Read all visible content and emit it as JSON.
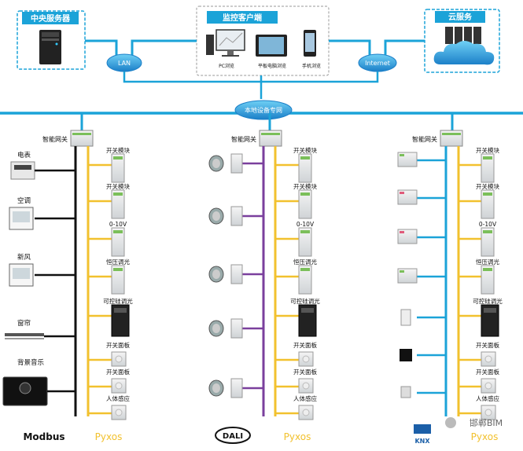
{
  "top": {
    "central_server": "中央服务器",
    "monitor_client": "监控客户端",
    "cloud_service": "云服务",
    "client_pc": "PC浏览",
    "client_tablet": "平板电脑浏览",
    "client_phone": "手机浏览",
    "lan": "LAN",
    "internet": "Internet",
    "local_network": "本地设备专网"
  },
  "gateway_label": "智能网关",
  "left_devices": [
    "电表",
    "空调",
    "新风",
    "窗帘",
    "背景音乐"
  ],
  "modules": [
    "开关模块",
    "开关模块",
    "0-10V",
    "恒压调光",
    "可控硅调光",
    "开关面板",
    "开关面板",
    "人体感应"
  ],
  "bus_labels": {
    "modbus": "Modbus",
    "pyxos_1": "Pyxos",
    "dali": "DALI",
    "pyxos_2": "Pyxos",
    "knx": "KNX",
    "pyxos_3": "Pyxos"
  },
  "watermark": "邯郸BIM",
  "colors": {
    "blue": "#1ba3d8",
    "yellow": "#f2c12e",
    "purple": "#7a3f9d",
    "black": "#111111",
    "title_blue": "#1ba3d8"
  }
}
